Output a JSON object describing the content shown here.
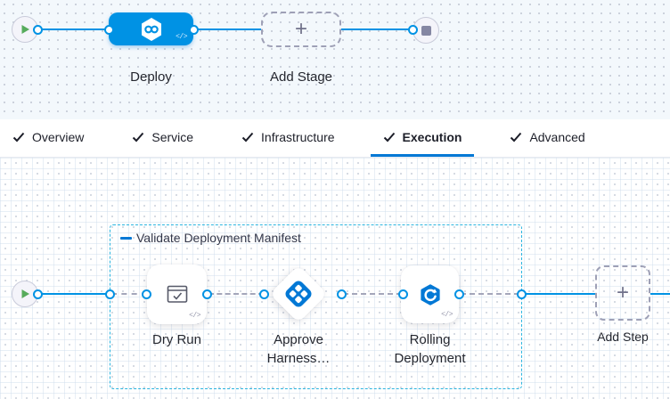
{
  "stage_canvas": {
    "deploy": {
      "label": "Deploy"
    },
    "add_stage": {
      "label": "Add Stage"
    }
  },
  "tabs": {
    "items": [
      {
        "label": "Overview"
      },
      {
        "label": "Service"
      },
      {
        "label": "Infrastructure"
      },
      {
        "label": "Execution"
      },
      {
        "label": "Advanced"
      }
    ],
    "active": "Execution"
  },
  "execution_canvas": {
    "group": {
      "label": "Validate Deployment Manifest"
    },
    "steps": [
      {
        "line1": "Dry Run",
        "line2": ""
      },
      {
        "line1": "Approve",
        "line2": "Harness…"
      },
      {
        "line1": "Rolling",
        "line2": "Deployment"
      }
    ],
    "add_step": {
      "label": "Add Step"
    }
  },
  "icons": {
    "plus": "+",
    "code": "</>"
  },
  "colors": {
    "primary_blue": "#0092e4",
    "deep_blue": "#0278d5",
    "group_border_cyan": "#2bb5e0",
    "play_green": "#57ab5c"
  }
}
